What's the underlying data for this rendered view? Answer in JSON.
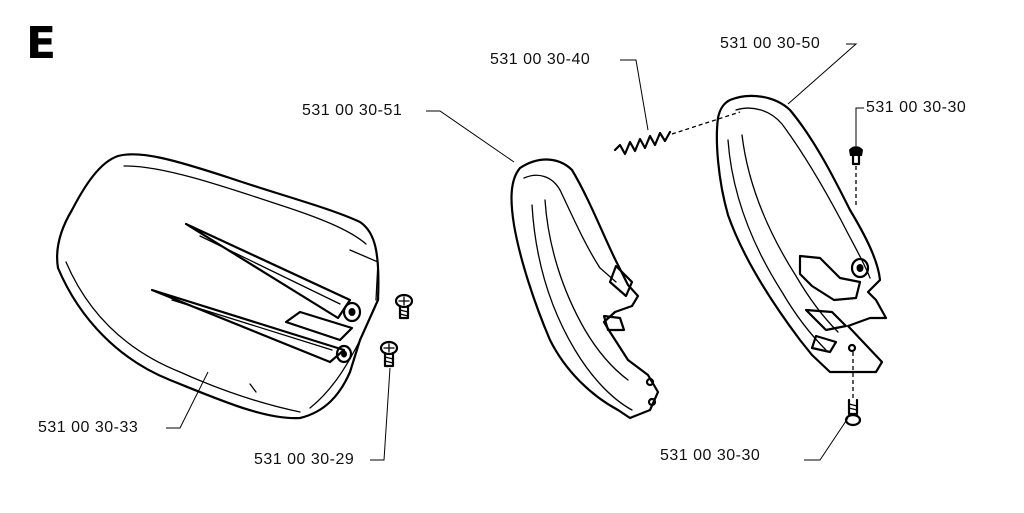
{
  "section": "E",
  "parts": [
    {
      "id": "cover",
      "label": "531 00 30-33"
    },
    {
      "id": "cover-screw",
      "label": "531 00 30-29"
    },
    {
      "id": "handle-inner",
      "label": "531 00 30-51"
    },
    {
      "id": "spring",
      "label": "531 00 30-40"
    },
    {
      "id": "handle-outer",
      "label": "531 00 30-50"
    },
    {
      "id": "screw-top",
      "label": "531 00 30-30"
    },
    {
      "id": "screw-bottom",
      "label": "531 00 30-30"
    }
  ]
}
